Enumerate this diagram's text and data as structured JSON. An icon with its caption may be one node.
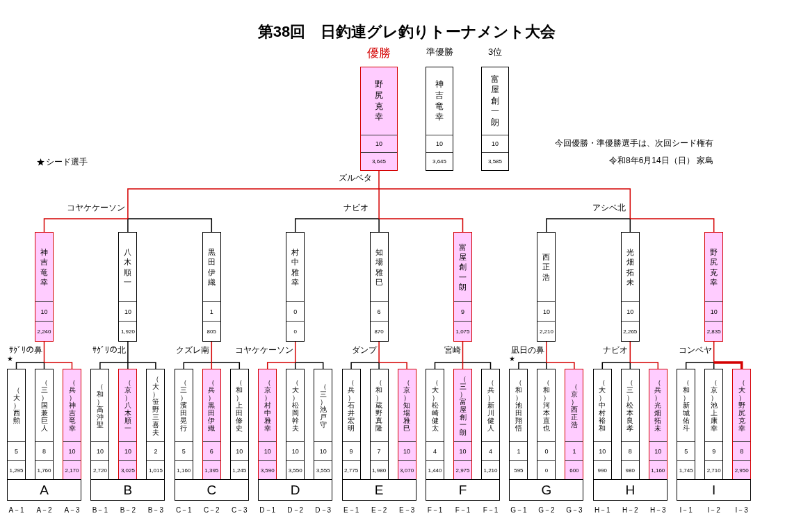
{
  "diagram": {
    "title": "第38回　日釣連グレ釣りトーナメント大会",
    "nodes": [
      {
        "text": [
          "優勝",
          "野尻克幸",
          "10",
          "3,645"
        ]
      },
      {
        "text": [
          "準優勝",
          "神吉竜幸",
          "10",
          "3,645"
        ]
      },
      {
        "text": [
          "3位",
          "富屋創一朗",
          "10",
          "3,585"
        ]
      },
      {
        "text": [
          "神吉竜幸",
          "10",
          "2,240"
        ]
      },
      {
        "text": [
          "八木順一",
          "10",
          "1,920"
        ]
      },
      {
        "text": [
          "黒田伊織",
          "1",
          "805"
        ]
      },
      {
        "text": [
          "村中雅幸",
          "0",
          "0"
        ]
      },
      {
        "text": [
          "知場雅巳",
          "6",
          "870"
        ]
      },
      {
        "text": [
          "富屋創一朗",
          "9",
          "1,075"
        ]
      },
      {
        "text": [
          "西正浩",
          "10",
          "2,210"
        ]
      },
      {
        "text": [
          "光畑拓未",
          "10",
          "2,265"
        ]
      },
      {
        "text": [
          "野尻克幸",
          "10",
          "2,835"
        ]
      },
      {
        "text": [
          "（大）西勲",
          "5",
          "1,295"
        ],
        "beside": [
          "★"
        ]
      },
      {
        "text": [
          "（三）国兼巨人",
          "8",
          "1,760"
        ]
      },
      {
        "text": [
          "（兵）神吉竜幸",
          "10",
          "2,170"
        ]
      },
      {
        "text": [
          "（和）高沖聖",
          "10",
          "2,720"
        ]
      },
      {
        "text": [
          "（京）八木順一",
          "10",
          "3,025"
        ]
      },
      {
        "text": [
          "（大）笹野三喜夫",
          "2",
          "1,015"
        ]
      },
      {
        "text": [
          "（三）濱田晃行",
          "5",
          "1,160"
        ]
      },
      {
        "text": [
          "（兵）黒田伊織",
          "6",
          "1,395"
        ]
      },
      {
        "text": [
          "（和）上田修史",
          "10",
          "1,245"
        ]
      },
      {
        "text": [
          "（京）村中雅幸",
          "10",
          "3,590"
        ]
      },
      {
        "text": [
          "（大）松岡幹夫",
          "10",
          "3,550"
        ]
      },
      {
        "text": [
          "（三）池戸守",
          "10",
          "3,555"
        ]
      },
      {
        "text": [
          "（兵）石井宏明",
          "9",
          "2,775"
        ]
      },
      {
        "text": [
          "（和）蔵野真隆",
          "7",
          "1,980"
        ]
      },
      {
        "text": [
          "（京）知場雅巳",
          "10",
          "3,070"
        ]
      },
      {
        "text": [
          "（大）松崎健太",
          "4",
          "1,440"
        ]
      },
      {
        "text": [
          "（三）富屋創一朗",
          "10",
          "2,975"
        ]
      },
      {
        "text": [
          "（兵）新川健人",
          "4",
          "1,210"
        ]
      },
      {
        "text": [
          "（和）池田翔悟",
          "1",
          "595"
        ],
        "beside": [
          "★"
        ]
      },
      {
        "text": [
          "（和）河本直也",
          "0",
          "0"
        ]
      },
      {
        "text": [
          "（京）西正浩",
          "1",
          "600"
        ]
      },
      {
        "text": [
          "（大）中村裕和",
          "10",
          "990"
        ]
      },
      {
        "text": [
          "（三）松本良孝",
          "8",
          "980"
        ]
      },
      {
        "text": [
          "（兵）光畑拓未",
          "10",
          "1,160"
        ]
      },
      {
        "text": [
          "（和）新城佑斗",
          "5",
          "1,745"
        ]
      },
      {
        "text": [
          "（京）池上康幸",
          "9",
          "2,710"
        ]
      },
      {
        "text": [
          "（大）野尻克幸",
          "8",
          "2,950"
        ]
      },
      {
        "text": [
          "A"
        ],
        "beside": [
          "A－1",
          "A－2",
          "A－3"
        ]
      },
      {
        "text": [
          "B"
        ],
        "beside": [
          "B－1",
          "B－2",
          "B－3"
        ]
      },
      {
        "text": [
          "C"
        ],
        "beside": [
          "C－1",
          "C－2",
          "C－3"
        ]
      },
      {
        "text": [
          "D"
        ],
        "beside": [
          "D－1",
          "D－2",
          "D－3"
        ]
      },
      {
        "text": [
          "E"
        ],
        "beside": [
          "E－1",
          "E－2",
          "E－3"
        ]
      },
      {
        "text": [
          "F"
        ],
        "beside": [
          "F－1",
          "F－1",
          "F－1"
        ]
      },
      {
        "text": [
          "G"
        ],
        "beside": [
          "G－1",
          "G－2",
          "G－3"
        ]
      },
      {
        "text": [
          "H"
        ],
        "beside": [
          "H－1",
          "H－2",
          "H－3"
        ]
      },
      {
        "text": [
          "I"
        ],
        "beside": [
          "I－1",
          "I－2",
          "I－3"
        ]
      }
    ],
    "edges": [
      {
        "from": 3,
        "to": 0,
        "arrow": "none",
        "color": "#d40000"
      },
      {
        "from": 4,
        "to": 0,
        "arrow": "none"
      },
      {
        "from": 5,
        "to": 0,
        "arrow": "none"
      },
      {
        "from": 6,
        "to": 0,
        "arrow": "none",
        "color": "#000000"
      },
      {
        "from": 7,
        "to": 0,
        "arrow": "none"
      },
      {
        "from": 8,
        "to": 0,
        "arrow": "none",
        "color": "#d40000"
      },
      {
        "from": 9,
        "to": 0,
        "arrow": "none"
      },
      {
        "from": 10,
        "to": 0,
        "arrow": "none"
      },
      {
        "from": 11,
        "to": 0,
        "arrow": "none",
        "color": "#d40000"
      },
      {
        "from": 12,
        "to": 3,
        "arrow": "none",
        "color": "#000000"
      },
      {
        "from": 13,
        "to": 3,
        "arrow": "none"
      },
      {
        "from": 14,
        "to": 3,
        "arrow": "none",
        "color": "#d40000"
      },
      {
        "from": 15,
        "to": 4,
        "arrow": "none",
        "color": "#000000"
      },
      {
        "from": 16,
        "to": 4,
        "arrow": "none",
        "color": "#000000"
      },
      {
        "from": 17,
        "to": 4,
        "arrow": "none",
        "color": "#000000"
      },
      {
        "from": 18,
        "to": 5,
        "arrow": "none",
        "color": "#000000"
      },
      {
        "from": 19,
        "to": 5,
        "arrow": "none",
        "color": "#d40000"
      },
      {
        "from": 20,
        "to": 5,
        "arrow": "none",
        "color": "#000000"
      },
      {
        "from": 21,
        "to": 6,
        "arrow": "none",
        "color": "#d40000"
      },
      {
        "from": 22,
        "to": 6,
        "arrow": "none"
      },
      {
        "from": 23,
        "to": 6,
        "arrow": "none",
        "color": "#000000"
      },
      {
        "from": 24,
        "to": 7,
        "arrow": "none",
        "color": "#000000"
      },
      {
        "from": 25,
        "to": 7,
        "arrow": "none"
      },
      {
        "from": 26,
        "to": 7,
        "arrow": "none",
        "color": "#d40000"
      },
      {
        "from": 27,
        "to": 8,
        "arrow": "none",
        "color": "#000000"
      },
      {
        "from": 28,
        "to": 8,
        "arrow": "none",
        "color": "#d40000"
      },
      {
        "from": 29,
        "to": 8,
        "arrow": "none",
        "color": "#000000"
      },
      {
        "from": 30,
        "to": 9,
        "arrow": "none",
        "color": "#000000"
      },
      {
        "from": 31,
        "to": 9,
        "arrow": "none"
      },
      {
        "from": 32,
        "to": 9,
        "arrow": "none",
        "color": "#d40000"
      },
      {
        "from": 33,
        "to": 10,
        "arrow": "none",
        "color": "#000000"
      },
      {
        "from": 34,
        "to": 10,
        "arrow": "none"
      },
      {
        "from": 35,
        "to": 10,
        "arrow": "none",
        "color": "#d40000"
      },
      {
        "from": 36,
        "to": 11,
        "arrow": "none",
        "color": "#000000"
      },
      {
        "from": 37,
        "to": 11,
        "arrow": "none"
      },
      {
        "from": 38,
        "to": 11,
        "arrow": "none",
        "style": "thick",
        "color": "#d40000"
      }
    ],
    "labels": [
      "今回優勝・準優勝選手は、次回シード権有",
      "令和8年6月14日（日） 家島",
      "ズルベタ",
      "コヤケケーソン",
      "ナビオ",
      "アシベ北",
      "ｻｸﾞﾘの鼻",
      "ｻｸﾞﾘの北",
      "クズレ南",
      "コヤケケーソン",
      "ダンプ",
      "宮崎",
      "凪日の鼻",
      "ナビオ",
      "コンベヤ"
    ],
    "legend": [
      {
        "text": "シード選手"
      }
    ]
  }
}
